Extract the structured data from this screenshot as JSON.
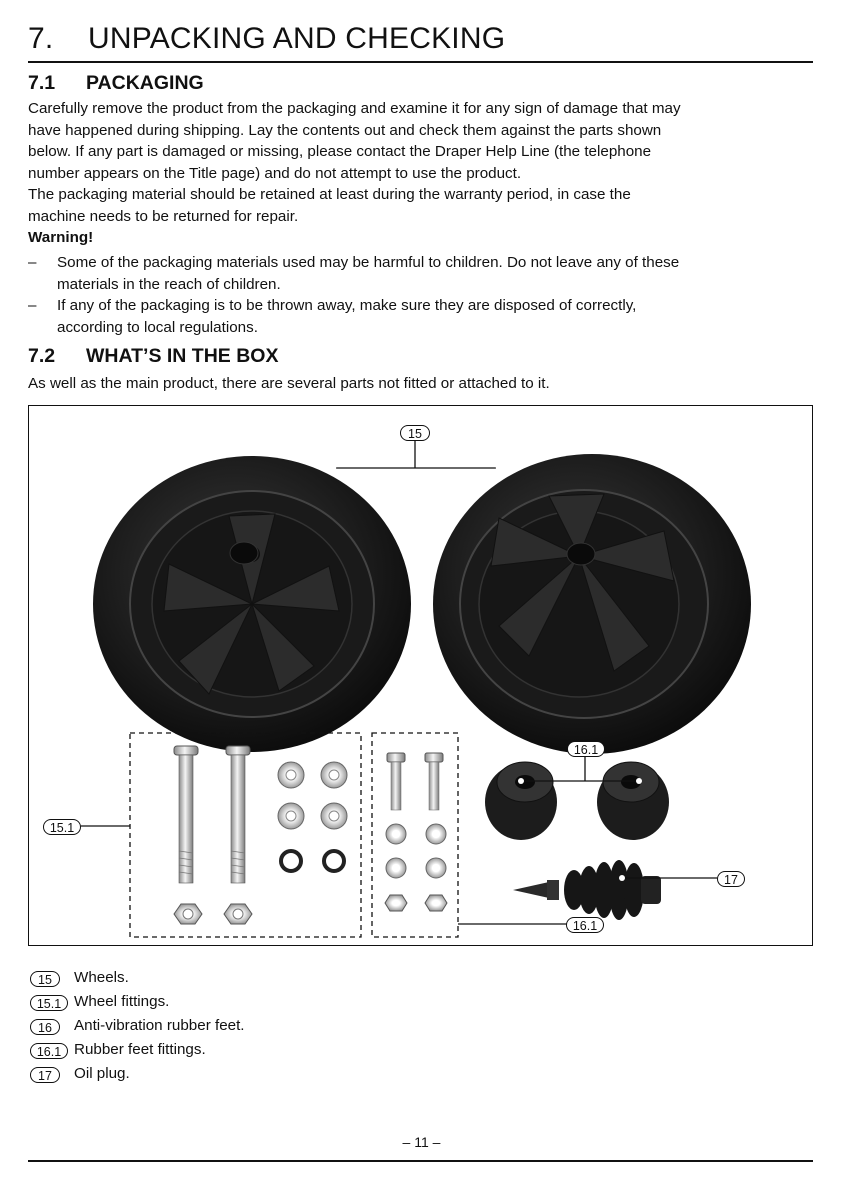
{
  "section": {
    "number": "7.",
    "title": "UNPACKING AND CHECKING"
  },
  "packaging": {
    "number": "7.1",
    "title": "PACKAGING",
    "para1_lines": [
      "Carefully remove the product from the packaging and examine it for any sign of damage that may",
      "have happened during shipping. Lay the contents out and check them against the parts shown",
      "below. If any part is damaged or missing, please contact the Draper Help Line (the telephone",
      "number appears on the Title page) and do not attempt to use the product."
    ],
    "para2_lines": [
      "The packaging material should be retained at least during the warranty period, in case the",
      "machine needs to be returned for repair."
    ],
    "warning_label": "Warning!",
    "bullets": [
      {
        "dash": "–",
        "lines": [
          "Some of the packaging materials used may be harmful to children. Do not leave any of these",
          "materials in the reach of children."
        ]
      },
      {
        "dash": "–",
        "lines": [
          "If any of the packaging is to be thrown away, make sure they are disposed of correctly,",
          "according to local regulations."
        ]
      }
    ]
  },
  "box": {
    "number": "7.2",
    "title": "WHAT’S IN THE BOX",
    "intro": "As well as the main product, there are several parts not fitted or attached to it."
  },
  "figure_callouts": {
    "wheels": "15",
    "wheel_fittings": "15.1",
    "feet": "16.1",
    "feet_fittings": "16.1",
    "oil_plug": "17"
  },
  "legend": [
    {
      "ref": "15",
      "text": "Wheels."
    },
    {
      "ref": "15.1",
      "text": "Wheel fittings."
    },
    {
      "ref": "16",
      "text": "Anti-vibration rubber feet."
    },
    {
      "ref": "16.1",
      "text": "Rubber feet fittings."
    },
    {
      "ref": "17",
      "text": "Oil plug."
    }
  ],
  "page_number": "– 11 –"
}
